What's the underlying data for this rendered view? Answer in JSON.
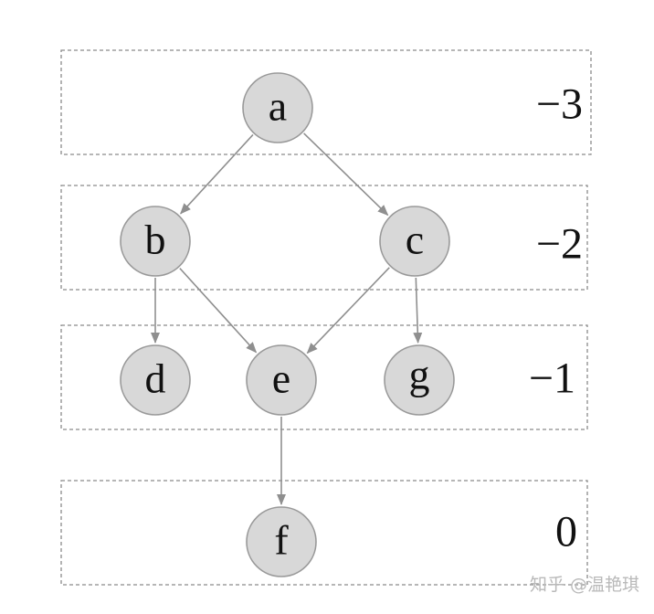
{
  "layers": [
    {
      "id": "L0",
      "value": "−3"
    },
    {
      "id": "L1",
      "value": "−2"
    },
    {
      "id": "L2",
      "value": "−1"
    },
    {
      "id": "L3",
      "value": "0"
    }
  ],
  "nodes": [
    {
      "id": "a",
      "label": "a",
      "layer": 0
    },
    {
      "id": "b",
      "label": "b",
      "layer": 1
    },
    {
      "id": "c",
      "label": "c",
      "layer": 1
    },
    {
      "id": "d",
      "label": "d",
      "layer": 2
    },
    {
      "id": "e",
      "label": "e",
      "layer": 2
    },
    {
      "id": "g",
      "label": "g",
      "layer": 2
    },
    {
      "id": "f",
      "label": "f",
      "layer": 3
    }
  ],
  "edges": [
    {
      "from": "a",
      "to": "b"
    },
    {
      "from": "a",
      "to": "c"
    },
    {
      "from": "b",
      "to": "d"
    },
    {
      "from": "b",
      "to": "e"
    },
    {
      "from": "c",
      "to": "e"
    },
    {
      "from": "c",
      "to": "g"
    },
    {
      "from": "e",
      "to": "f"
    }
  ],
  "watermark": "知乎 @温艳琪",
  "colors": {
    "node_fill": "#d8d8d8",
    "node_stroke": "#999999",
    "edge": "#8f8f8f",
    "box_stroke": "#8a8a8a"
  }
}
